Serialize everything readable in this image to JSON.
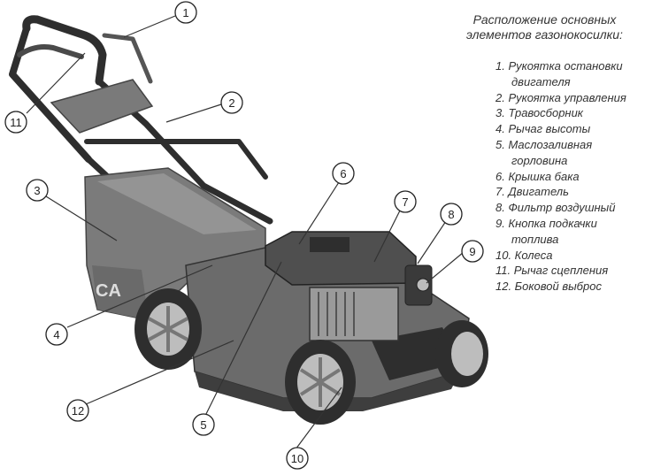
{
  "title_lines": [
    "Расположение основных",
    "элементов газонокосилки:"
  ],
  "legend": [
    {
      "label": "1. Рукоятка остановки",
      "cont": "двигателя"
    },
    {
      "label": "2. Рукоятка управления"
    },
    {
      "label": "3. Травосборник"
    },
    {
      "label": "4. Рычаг высоты"
    },
    {
      "label": "5. Маслозаливная",
      "cont": "горловина"
    },
    {
      "label": "6. Крышка бака"
    },
    {
      "label": "7. Двигатель"
    },
    {
      "label": "8. Фильтр воздушный"
    },
    {
      "label": "9. Кнопка подкачки",
      "cont": "топлива"
    },
    {
      "label": "10. Колеса"
    },
    {
      "label": "11. Рычаг сцепления"
    },
    {
      "label": "12. Боковой выброс"
    }
  ],
  "callouts": [
    "1",
    "2",
    "3",
    "4",
    "5",
    "6",
    "7",
    "8",
    "9",
    "10",
    "11",
    "12"
  ],
  "bag_text": "CA",
  "colors": {
    "body": "#6b6b6b",
    "dark": "#2e2e2e",
    "light": "#a9a9a9",
    "accent": "#bdbdbd"
  }
}
